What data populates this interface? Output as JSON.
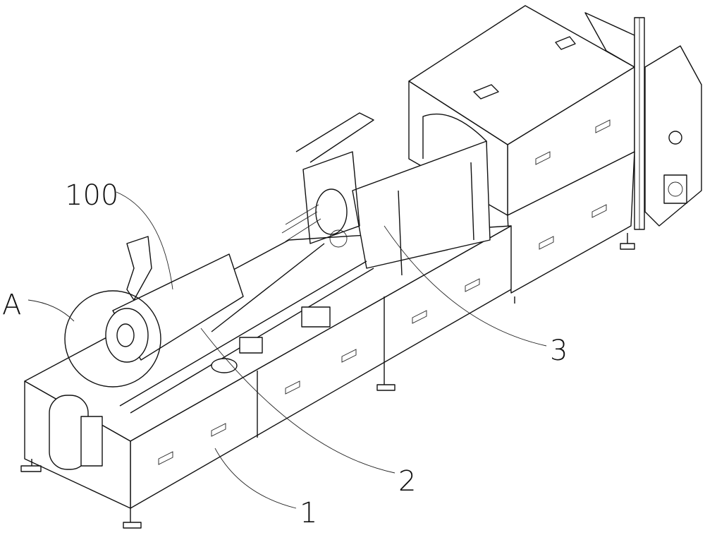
{
  "figure": {
    "labels": {
      "workpiece": "100",
      "detail": "A",
      "component_3": "3",
      "component_2": "2",
      "component_1": "1"
    }
  }
}
